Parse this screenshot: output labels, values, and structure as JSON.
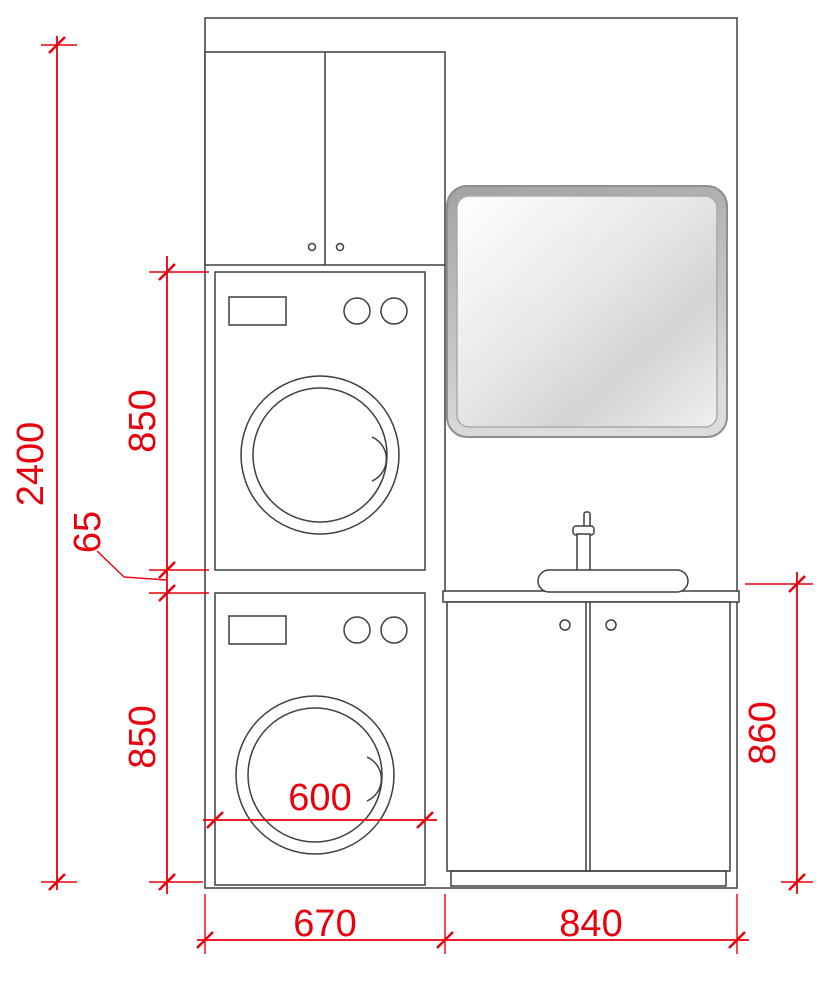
{
  "drawing": {
    "colors": {
      "dimension": "#e8000d",
      "line": "#3f3f3f",
      "background": "#ffffff"
    },
    "dimensions": {
      "overall_height": "2400",
      "dryer_height": "850",
      "stack_gap": "65",
      "washer_height": "850",
      "vanity_height": "860",
      "washer_width": "600",
      "laundry_width": "670",
      "vanity_width": "840"
    }
  }
}
